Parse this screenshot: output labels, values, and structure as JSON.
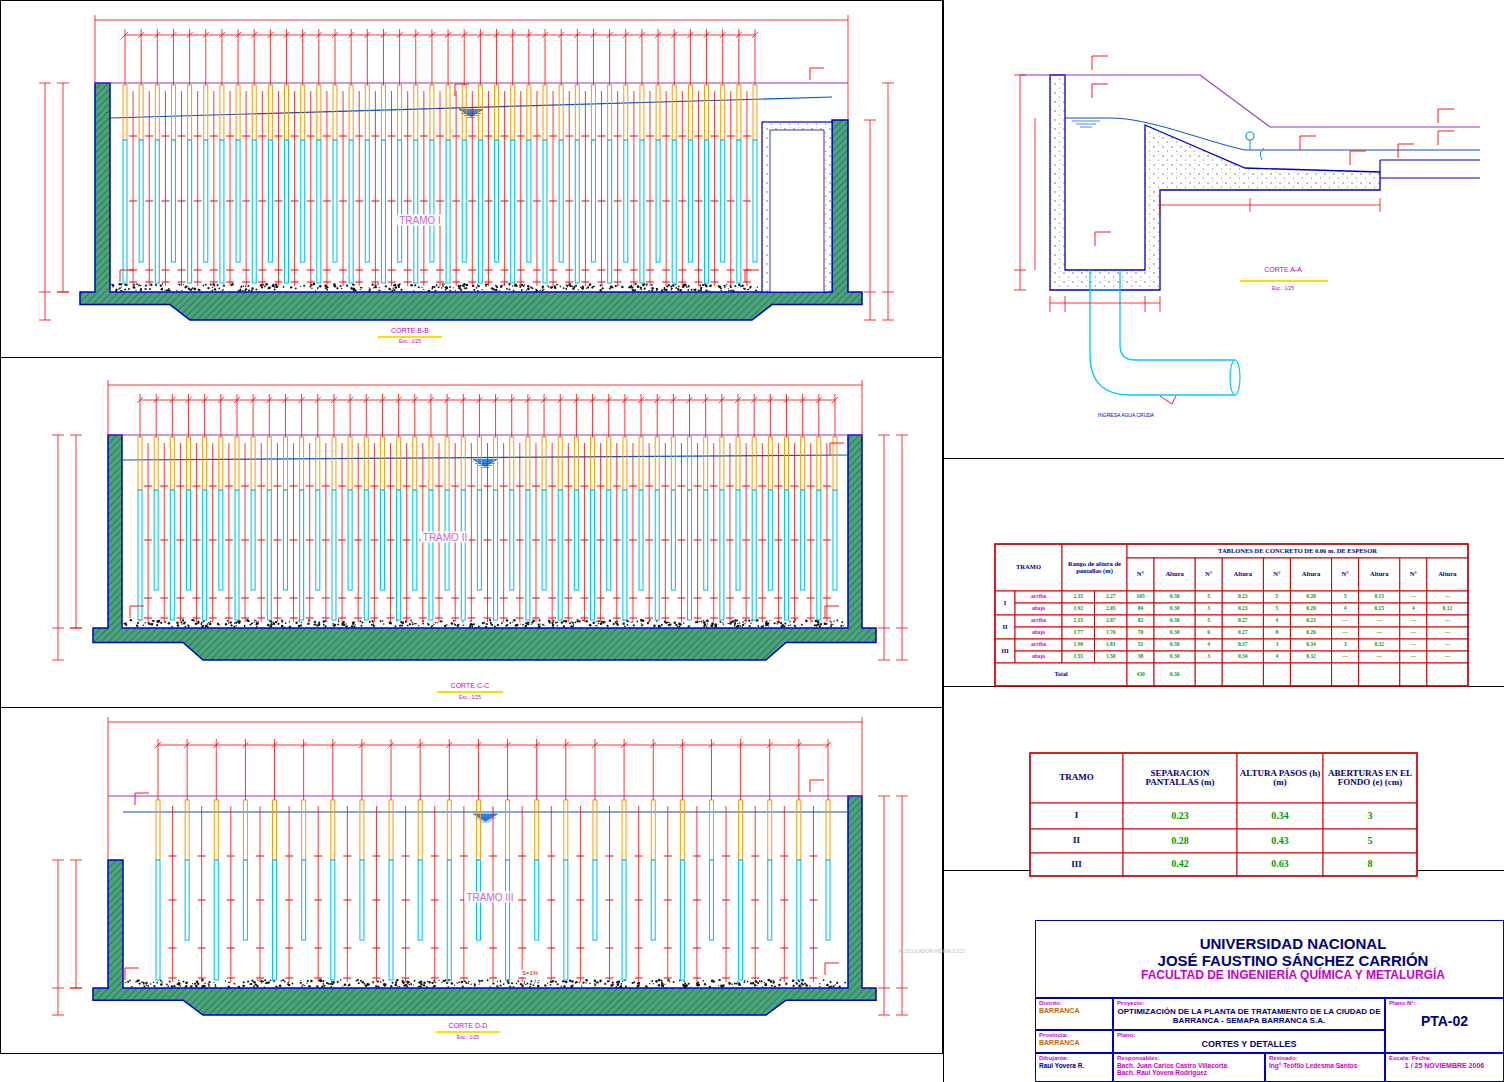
{
  "diagram": {
    "nodes": [
      {
        "text": [
          "UNIVERSIDAD NACIONAL",
          "JOSÉ FAUSTINO SÁNCHEZ CARRIÓN",
          "FACULTAD DE INGENIERÍA QUÍMICA Y METALURGÍA"
        ]
      },
      {
        "text": [
          "Distrito:",
          "BARRANCA"
        ]
      },
      {
        "text": [
          "Proyecto:",
          "OPTIMIZACIÓN DE LA PLANTA DE TRATAMIENTO DE LA CIUDAD DE BARRANCA - SEMAPA BARRANCA S.A."
        ]
      },
      {
        "text": [
          "Plano N°:",
          "PTA-02"
        ]
      },
      {
        "text": [
          "Provincia:",
          "BARRANCA"
        ]
      },
      {
        "text": [
          "Plano:",
          "CORTES Y DETALLES"
        ]
      },
      {
        "text": [
          "Dibujante:",
          "Raul Yovera R."
        ]
      },
      {
        "text": [
          "Responsables:",
          "Bach. Juan Carlos Castro Villacorta Bach. Raul Yovera Rodriguez"
        ]
      },
      {
        "text": [
          "Revisado:",
          "Ing° Teófilo Ledesma Santos"
        ]
      },
      {
        "text": [
          "Escala: Fecha:",
          "1 / 25 NOVIEMBRE 2006"
        ]
      }
    ],
    "labels": [
      "TRAMO I",
      "CORTE B-B",
      "Esc.: 1/25",
      "TRAMO II",
      "CORTE C-C",
      "Esc.: 1/25",
      "TRAMO III",
      "S=1%",
      "CORTE D-D",
      "Esc.: 1/25",
      "CORTE A-A",
      "Esc.: 1/25",
      "INGRESA AGUA CRUDA",
      "FLOCULADOR HIDRAULICO",
      "TRAMO",
      "Rango de altura de pantallas (m)",
      "TABLONES DE CONCRETO DE 0.06 m. DE ESPESOR",
      "N°",
      "Altura",
      "N°",
      "Altura",
      "N°",
      "Altura",
      "N°",
      "Altura",
      "N°",
      "Altura",
      "I",
      "arriba",
      "2.35",
      "2.27",
      "105",
      "0.30",
      "5",
      "0.23",
      "5",
      "0.20",
      "5",
      "0.15",
      "---",
      "---",
      "abajo",
      "1.92",
      "2.05",
      "84",
      "0.30",
      "3",
      "0.23",
      "5",
      "0.20",
      "4",
      "0.15",
      "4",
      "0.12",
      "II",
      "arriba",
      "2.15",
      "2.07",
      "82",
      "0.30",
      "5",
      "0.27",
      "4",
      "0.23",
      "---",
      "---",
      "---",
      "---",
      "abajo",
      "1.77",
      "1.76",
      "70",
      "0.30",
      "6",
      "0.27",
      "8",
      "0.26",
      "---",
      "---",
      "---",
      "---",
      "III",
      "arriba",
      "1.90",
      "1.81",
      "51",
      "0.30",
      "4",
      "0.37",
      "3",
      "0.34",
      "3",
      "0.32",
      "---",
      "---",
      "abajo",
      "1.55",
      "1.50",
      "38",
      "0.30",
      "3",
      "0.34",
      "4",
      "0.32",
      "---",
      "---",
      "---",
      "---",
      "Total",
      "430",
      "0.30",
      "TRAMO",
      "SEPARACION PANTALLAS (m)",
      "ALTURA PASOS (h) (m)",
      "ABERTURAS EN EL FONDO (e) (cm)",
      "I",
      "0.23",
      "0.34",
      "3",
      "II",
      "0.28",
      "0.43",
      "5",
      "III",
      "0.42",
      "0.63",
      "8"
    ]
  }
}
